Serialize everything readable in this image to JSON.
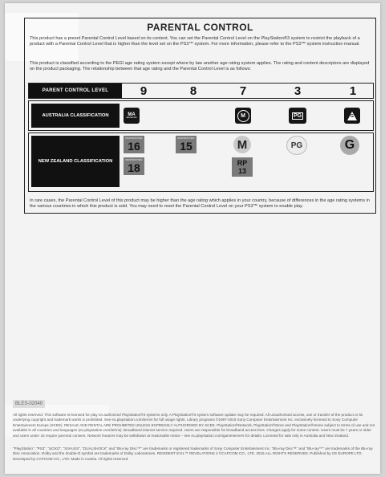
{
  "title": "PARENTAL CONTROL",
  "intro_1": "This product has a preset Parental Control Level based on its content. You can set the Parental Control Level on the PlayStation®3 system to restrict the playback of a product with a Parental Control Level that is higher than the level set on the PS3™ system. For more information, please refer to the PS3™ system instruction manual.",
  "intro_2": "This product is classified according to the PEGI age rating system except where by law another age rating system applies. The rating and content descriptors are displayed on the product packaging. The relationship between that age rating and the Parental Control Level is as follows:",
  "level_header": "PARENT CONTROL LEVEL",
  "levels": [
    "9",
    "8",
    "7",
    "3",
    "1"
  ],
  "australia": {
    "label": "AUSTRALIA CLASSIFICATION",
    "ma": "MA",
    "ma_sub": "RESTRICTED",
    "m": "M",
    "pg": "PG",
    "g": "G"
  },
  "new_zealand": {
    "label": "NEW ZEALAND CLASSIFICATION",
    "r16": "16",
    "r18": "18",
    "r15": "15",
    "m": "M",
    "rp13_a": "RP",
    "rp13_b": "13",
    "pg": "PG",
    "g": "G",
    "tag": "RESTRICTED"
  },
  "note": "In rare cases, the Parental Control Level of this product may be higher than the age rating which applies in your country, because of differences in the age rating systems in the various countries in which this product is sold. You may need to reset the Parental Control Level on your PS3™ system to enable play.",
  "product_code": "BLES-02040",
  "legal_1": "All rights reserved. This software is licensed for play on authorized PlayStation®3 systems only. A PlayStation®3 system software update may be required. All unauthorised access, use or transfer of the product or its underlying copyright and trademark works is prohibited. See eu.playstation.com/terms for full usage rights. Library programs ©1997-2015 Sony Computer Entertainment Inc. exclusively licensed to Sony Computer Entertainment Europe (SCEE). RESALE AND RENTAL ARE PROHIBITED UNLESS EXPRESSLY AUTHORISED BY SCEE. PlayStation®Network, PlayStation®Store and PlayStation®Home subject to terms of use and not available in all countries and languages (eu.playstation.com/terms). Broadband internet service required. Users are responsible for broadband access fees. Charges apply for some content. Users must be 7 years or older and users under 18 require parental consent. Network features may be withdrawn at reasonable notice – see eu.playstation.com/gameservers for details. Licensed for sale only in Australia and New Zealand.",
  "legal_2": "\"PlayStation\", \"PS3\", \"ΔOXO\", \"SIXAXIS\", \"DUALSHOCK\" and \"Blu-ray Disc™\" are trademarks or registered trademarks of Sony Computer Entertainment Inc. \"Blu-ray Disc™\" and \"Blu-ray™\" are trademarks of the Blu-ray Disc Association. Dolby and the double-D symbol are trademarks of Dolby Laboratories. RESIDENT EVIL™ REVELATIONS 2 ©CAPCOM CO., LTD. 2015 ALL RIGHTS RESERVED. Published by CE EUROPE LTD. Developed by CAPCOM CO., LTD. Made in Austria. All rights reserved."
}
